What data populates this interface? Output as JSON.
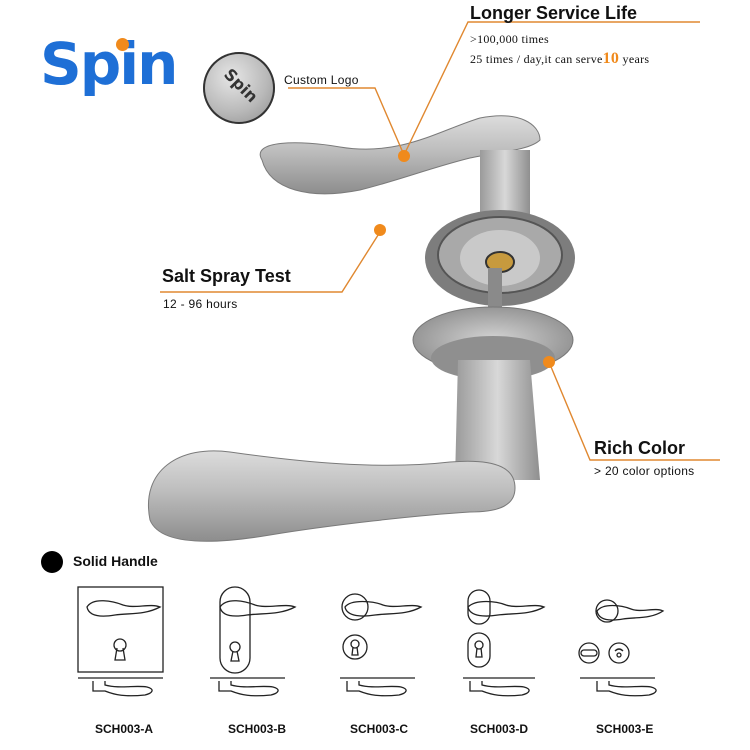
{
  "brand": {
    "logo_text": "Spin"
  },
  "features": {
    "custom_logo": {
      "label": "Custom Logo",
      "engraving": "Spin"
    },
    "service_life": {
      "title": "Longer Service Life",
      "line1": ">100,000 times",
      "line2_prefix": "25 times / day,it can serve",
      "line2_highlight": "10",
      "line2_suffix": "years"
    },
    "salt_spray": {
      "title": "Salt Spray Test",
      "detail": "12 - 96 hours"
    },
    "rich_color": {
      "title": "Rich Color",
      "detail": "> 20 color options"
    }
  },
  "section": {
    "label": "Solid Handle"
  },
  "models": [
    "SCH003-A",
    "SCH003-B",
    "SCH003-C",
    "SCH003-D",
    "SCH003-E"
  ],
  "colors": {
    "accent": "#f08a1c",
    "brand": "#1e6fd6",
    "metal": "#b8b8b8"
  }
}
